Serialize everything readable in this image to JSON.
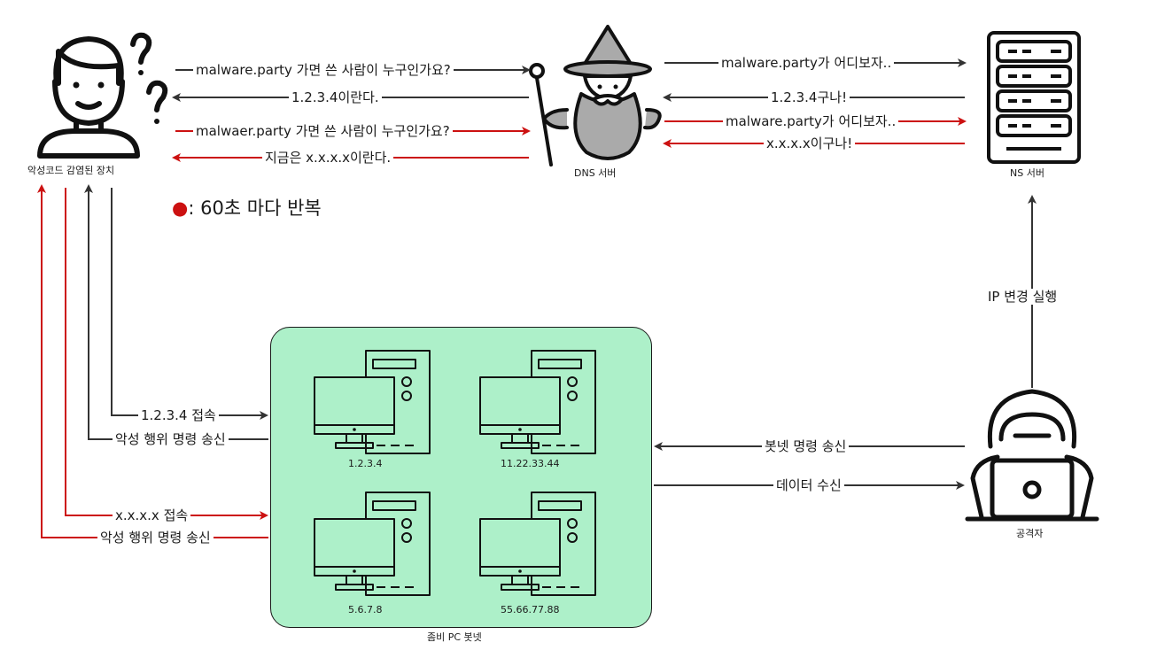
{
  "colors": {
    "black_arrow": "#333333",
    "red_arrow": "#cc1111",
    "botnet_fill": "#adf0c9"
  },
  "nodes": {
    "infected_device": {
      "label": "악성코드 감염된 장치",
      "icon": "person-question-icon"
    },
    "dns_server": {
      "label": "DNS 서버",
      "icon": "wizard-icon"
    },
    "ns_server": {
      "label": "NS 서버",
      "icon": "server-rack-icon"
    },
    "attacker": {
      "label": "공격자",
      "icon": "hacker-laptop-icon"
    },
    "botnet": {
      "label": "좀비 PC 봇넷",
      "pcs": [
        {
          "ip": "1.2.3.4"
        },
        {
          "ip": "11.22.33.44"
        },
        {
          "ip": "5.6.7.8"
        },
        {
          "ip": "55.66.77.88"
        }
      ]
    }
  },
  "edges": {
    "query1": "malware.party 가면 쓴 사람이 누구인가요?",
    "answer1": "1.2.3.4이란다.",
    "query2": "malwaer.party 가면 쓴 사람이 누구인가요?",
    "answer2": "지금은 x.x.x.x이란다.",
    "ns_query1": "malware.party가 어디보자..",
    "ns_answer1": "1.2.3.4구나!",
    "ns_query2": "malware.party가 어디보자..",
    "ns_answer2": "x.x.x.x이구나!",
    "connect1": "1.2.3.4 접속",
    "command1": "악성 행위 명령 송신",
    "connect2": "x.x.x.x 접속",
    "command2": "악성 행위 명령 송신",
    "botnet_command": "봇넷 명령 송신",
    "data_receive": "데이터 수신",
    "ip_change": "IP 변경 실행"
  },
  "note": {
    "bullet": "●",
    "text": ": 60초 마다 반복"
  }
}
